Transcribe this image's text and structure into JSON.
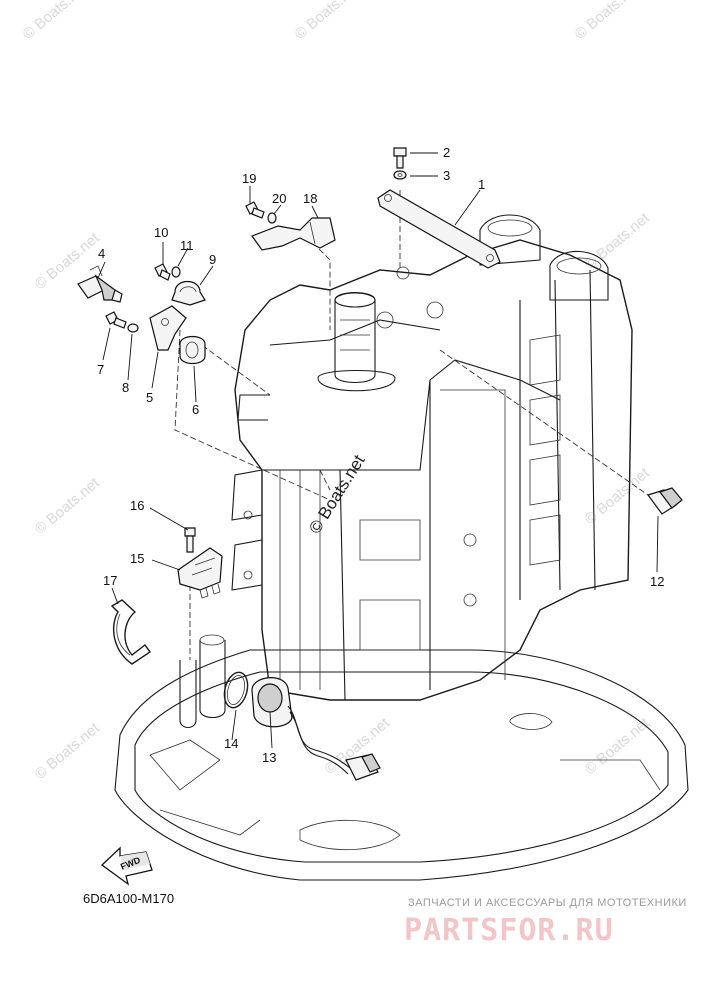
{
  "diagram": {
    "drawing_code": "6D6A100-M170",
    "fwd_label": "FWD",
    "watermark_text": "© Boats.net",
    "center_watermark": "© Boats.net",
    "ad_tagline": "ЗАПЧАСТИ И АКСЕССУАРЫ ДЛЯ МОТОТЕХНИКИ",
    "ad_logo": "PARTSFOR.RU",
    "callouts": [
      "1",
      "2",
      "3",
      "4",
      "5",
      "6",
      "7",
      "8",
      "9",
      "10",
      "11",
      "12",
      "13",
      "14",
      "15",
      "16",
      "17",
      "18",
      "19",
      "20"
    ]
  }
}
